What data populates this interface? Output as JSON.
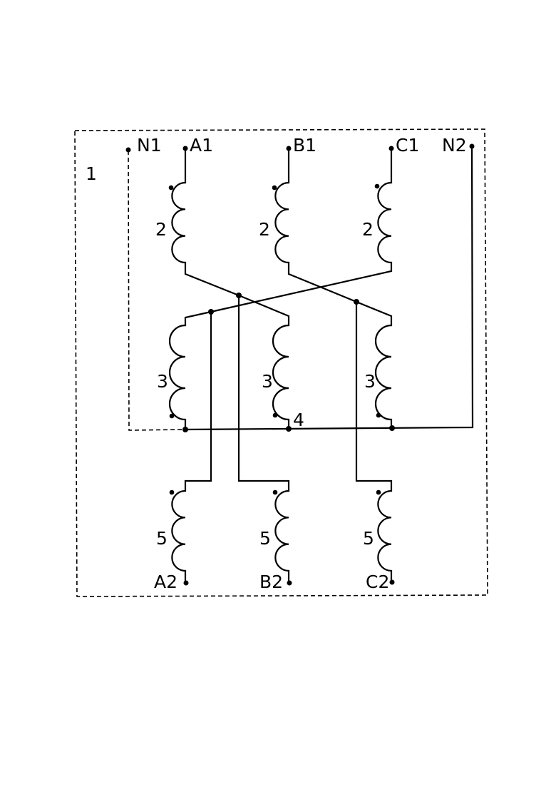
{
  "frame_label": "1",
  "terminals": {
    "n1": "N1",
    "a1": "A1",
    "b1": "B1",
    "c1": "C1",
    "n2": "N2",
    "a2": "A2",
    "b2": "B2",
    "c2": "C2"
  },
  "coil_labels": {
    "primary": "2",
    "middle": "3",
    "secondary": "5"
  },
  "node_label": "4"
}
